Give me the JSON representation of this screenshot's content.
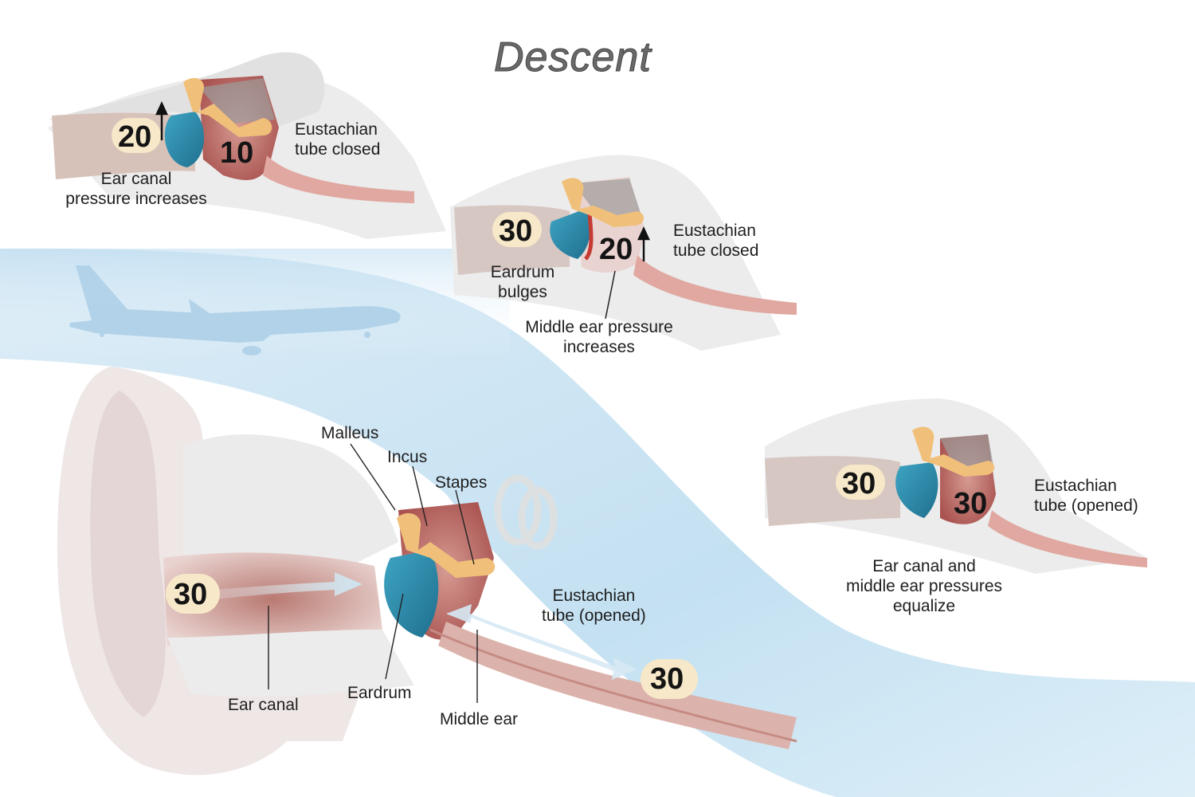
{
  "title": "Descent",
  "colors": {
    "sky": "#bfdcef",
    "eardrum": "#2f8fb0",
    "ossicles": "#f0c07a",
    "middle_ear": "#b8625e",
    "ear_canal": "#c99a93",
    "bone": "#ecebeb",
    "badge": "#f6e8c8",
    "title": "#6a6a6a"
  },
  "panels": [
    {
      "id": "stage-1",
      "ear_canal_pressure": "20",
      "middle_ear_pressure": "10",
      "labels": {
        "eustachian": "Eustachian\ntube closed",
        "caption": "Ear canal\npressure increases"
      },
      "arrow": "up-arrow"
    },
    {
      "id": "stage-2",
      "ear_canal_pressure": "30",
      "middle_ear_pressure": "20",
      "labels": {
        "eustachian": "Eustachian\ntube closed",
        "eardrum": "Eardrum\nbulges",
        "caption": "Middle ear pressure\nincreases"
      },
      "arrow": "up-arrow"
    },
    {
      "id": "stage-3",
      "ear_canal_pressure": "30",
      "middle_ear_pressure": "30",
      "labels": {
        "eustachian": "Eustachian\ntube (opened)",
        "caption": "Ear canal and\nmiddle ear pressures\nequalize"
      }
    }
  ],
  "main": {
    "ear_canal_pressure": "30",
    "tube_pressure": "30",
    "labels": {
      "malleus": "Malleus",
      "incus": "Incus",
      "stapes": "Stapes",
      "eustachian": "Eustachian\ntube (opened)",
      "ear_canal": "Ear canal",
      "eardrum": "Eardrum",
      "middle_ear": "Middle ear"
    }
  },
  "icons": [
    "airplane-icon",
    "pressure-arrow-icon",
    "up-arrow-icon"
  ]
}
